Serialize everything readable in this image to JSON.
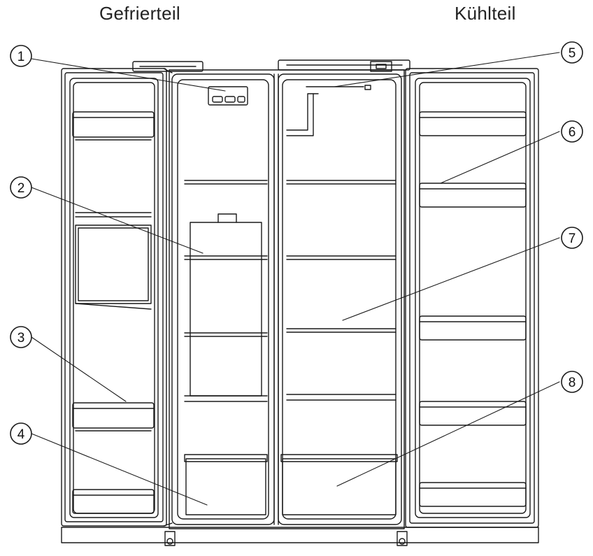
{
  "headers": {
    "freezer": "Gefrierteil",
    "fridge": "Kühlteil"
  },
  "callouts": [
    {
      "number": "1"
    },
    {
      "number": "2"
    },
    {
      "number": "3"
    },
    {
      "number": "4"
    },
    {
      "number": "5"
    },
    {
      "number": "6"
    },
    {
      "number": "7"
    },
    {
      "number": "8"
    }
  ],
  "colors": {
    "line": "#1a1a1a",
    "background": "#ffffff"
  }
}
